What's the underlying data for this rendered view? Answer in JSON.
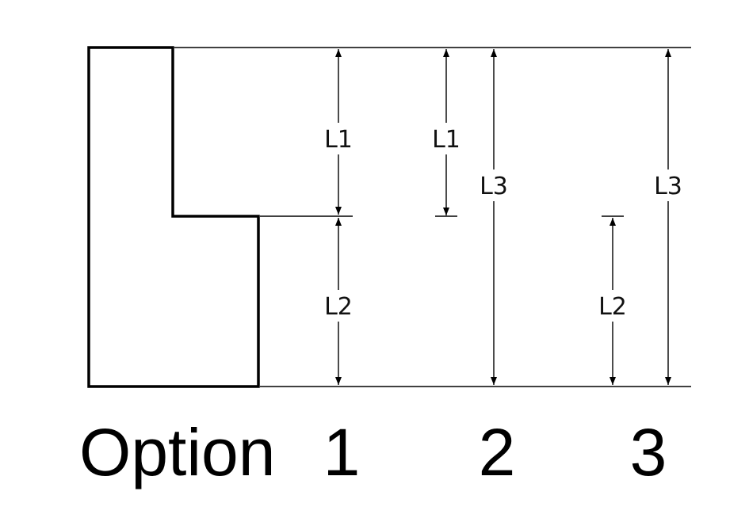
{
  "dimensions": {
    "option1": {
      "upper": "L1",
      "lower": "L2"
    },
    "option2": {
      "partial": "L1",
      "total": "L3"
    },
    "option3": {
      "partial": "L2",
      "total": "L3"
    }
  },
  "caption": {
    "prefix": "Option",
    "option1": "1",
    "option2": "2",
    "option3": "3"
  },
  "colors": {
    "stroke": "#000000",
    "background": "#ffffff"
  }
}
